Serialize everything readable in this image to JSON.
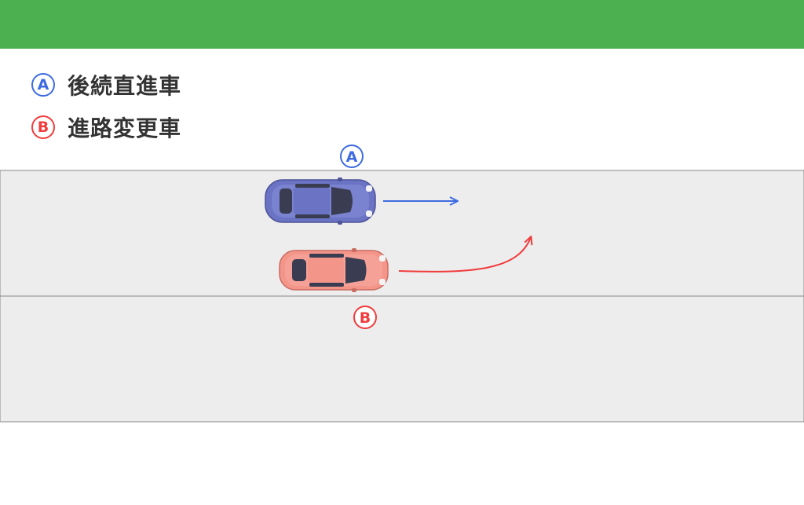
{
  "header": {
    "bar_color": "#4caf50"
  },
  "legend": [
    {
      "marker": "A",
      "label": "後続直進車",
      "color": "#3d6be0"
    },
    {
      "marker": "B",
      "label": "進路変更車",
      "color": "#f03c3c"
    }
  ],
  "diagram": {
    "road_color": "#eeedee",
    "road_line_color": "#888888",
    "vehicles": [
      {
        "id": "A",
        "marker": "A",
        "body_color": "#6b74c4",
        "marker_color": "#3d6be0",
        "motion": "straight"
      },
      {
        "id": "B",
        "marker": "B",
        "body_color": "#f4958a",
        "marker_color": "#f03c3c",
        "motion": "lane-change-left"
      }
    ]
  }
}
